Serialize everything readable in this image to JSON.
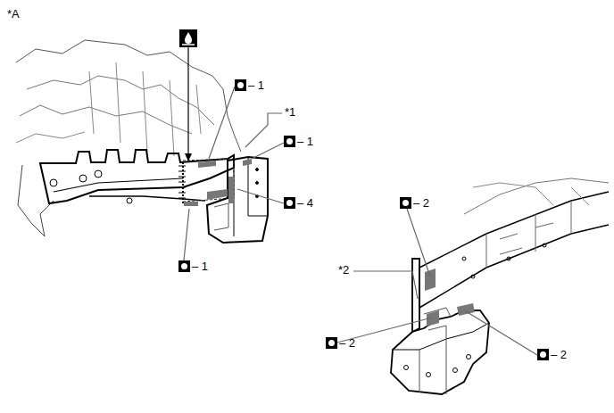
{
  "diagram": {
    "labels": [
      "*A",
      "– 1",
      "*1",
      "– 1",
      "– 4",
      "– 1",
      "– 2",
      "*2",
      "– 2",
      "– 2"
    ]
  }
}
